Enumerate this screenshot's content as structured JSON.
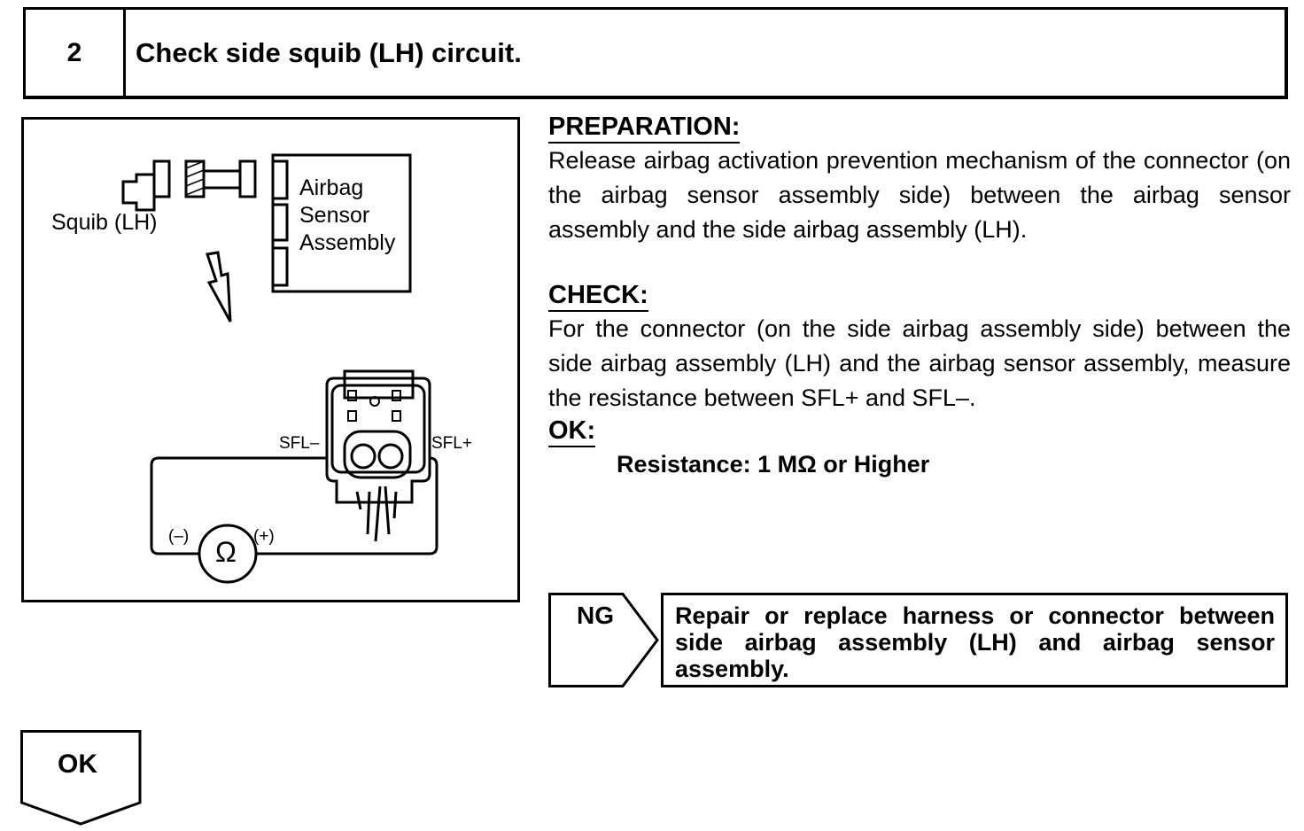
{
  "step": {
    "number": "2",
    "title": "Check side squib (LH) circuit."
  },
  "diagram": {
    "squib_label": "Squib (LH)",
    "sensor_label_1": "Airbag",
    "sensor_label_2": "Sensor",
    "sensor_label_3": "Assembly",
    "terminal_minus": "SFL–",
    "terminal_plus": "SFL+",
    "meter_minus": "(–)",
    "meter_plus": "(+)",
    "meter_symbol": "Ω"
  },
  "preparation": {
    "heading": "PREPARATION:",
    "text": "Release airbag activation prevention mechanism of the connector (on the airbag sensor assembly side) between the airbag sensor assembly and the side airbag assembly (LH)."
  },
  "check": {
    "heading": "CHECK:",
    "text": "For the connector (on the side airbag assembly side) between the side airbag assembly (LH) and the airbag sensor assembly, measure the resistance between SFL+ and SFL–."
  },
  "ok_spec": {
    "heading": "OK:",
    "value": "Resistance: 1 MΩ or Higher"
  },
  "ng": {
    "label": "NG",
    "action": "Repair or replace harness or connector between side airbag assembly (LH) and airbag sensor assembly."
  },
  "ok": {
    "label": "OK"
  }
}
